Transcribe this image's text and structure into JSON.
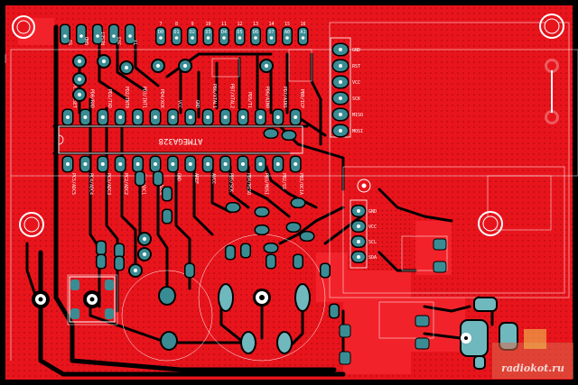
{
  "colors": {
    "board": "#e8141c",
    "copper_dark": "#b30a10",
    "pad": "#3a8c94",
    "pad_light": "#6fb8be",
    "silkscreen": "#ffffff",
    "trace_gap": "#000000",
    "drill": "#ffffff"
  },
  "chip": {
    "name": "ATMEGA328"
  },
  "top_header": {
    "numbers": [
      "7",
      "8",
      "9",
      "10",
      "11",
      "12",
      "13",
      "14",
      "15",
      "16"
    ],
    "pins": [
      "D0",
      "D1",
      "D2",
      "D3",
      "D4",
      "D5",
      "D6",
      "D7",
      "A0",
      "A1"
    ]
  },
  "left_header": {
    "labels": [
      "5V",
      "GND",
      "RESET",
      "3V3",
      "TX",
      "RX"
    ]
  },
  "upper_pin_labels": [
    "PC6/RESET",
    "PD0/RXD",
    "PD1/TXD",
    "PD2/INT0",
    "PD3/INT1",
    "PD4/XCK",
    "VCC",
    "GND",
    "PB6/XTAL1",
    "PB7/XTAL2",
    "PD5/T1",
    "PD6/AIN0",
    "PD7/AIN1",
    "PB0/ICP"
  ],
  "lower_pin_labels": [
    "PC5/ADC5",
    "PC4/ADC4",
    "PC3/ADC3",
    "PC2/ADC2",
    "PC1/ADC1",
    "PC0/ADC0",
    "GND",
    "AREF",
    "AVCC",
    "PB5/SCK",
    "PB4/MISO",
    "PB3/MOSI",
    "PB2/SS",
    "PB1/OC1A"
  ],
  "isp_header": {
    "labels": [
      "GND",
      "RST",
      "VCC",
      "SCK",
      "MISO",
      "MOSI"
    ]
  },
  "i2c_header": {
    "labels": [
      "GND",
      "VCC",
      "SCL",
      "SDA"
    ]
  },
  "watermark": {
    "text": "radiokot.ru"
  }
}
